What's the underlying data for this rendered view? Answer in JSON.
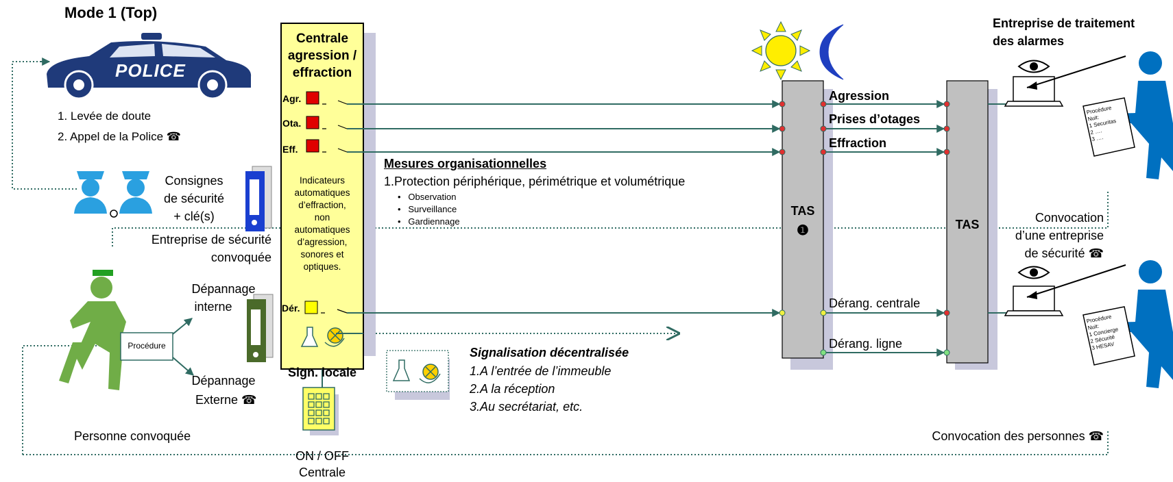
{
  "mode_title": "Mode 1 (Top)",
  "police_text": "POLICE",
  "steps": [
    "1. Levée de doute",
    "2. Appel de la Police ☎"
  ],
  "consignes": [
    "Consignes",
    "de sécurité",
    "+ clé(s)"
  ],
  "entreprise_securite": [
    "Entreprise de sécurité",
    "convoquée"
  ],
  "depannage_interne": [
    "Dépannage",
    "interne"
  ],
  "depannage_externe": [
    "Dépannage",
    "Externe ☎"
  ],
  "procedure_label": "Procédure",
  "personne_convoquee": "Personne convoquée",
  "central_box": {
    "title": [
      "Centrale",
      "agression /",
      "effraction"
    ],
    "inputs": [
      {
        "label": "Agr.",
        "color": "#e00000"
      },
      {
        "label": "Ota.",
        "color": "#e00000"
      },
      {
        "label": "Eff.",
        "color": "#e00000"
      },
      {
        "label": "Dér.",
        "color": "#ffff00"
      }
    ],
    "indicators": [
      "Indicateurs",
      "automatiques",
      "d’effraction,",
      "non",
      "automatiques",
      "d’agression,",
      "sonores et",
      "optiques."
    ]
  },
  "sign_locale": "Sign. locale",
  "on_off": [
    "ON / OFF",
    "Centrale"
  ],
  "mesures": {
    "title": "Mesures organisationnelles",
    "line1": "1.Protection périphérique, périmétrique et volumétrique",
    "bullets": [
      "Observation",
      "Surveillance",
      "Gardiennage"
    ]
  },
  "signalisation": {
    "title": "Signalisation décentralisée",
    "items": [
      "1.A l’entrée de l’immeuble",
      "2.A la réception",
      "3.Au secrétariat, etc."
    ]
  },
  "tas1": {
    "label": "TAS",
    "marker": "❶"
  },
  "tas2": {
    "label": "TAS"
  },
  "channels": [
    "Agression",
    "Prises d’otages",
    "Effraction"
  ],
  "derang": [
    "Dérang. centrale",
    "Dérang. ligne"
  ],
  "entreprise_alarmes": [
    "Entreprise de traitement",
    "des alarmes"
  ],
  "convocation_securite": [
    "Convocation",
    "d’une entreprise",
    "de sécurité ☎"
  ],
  "convocation_personnes": "Convocation des personnes ☎",
  "procedure_doc1": [
    "Procédure",
    "Nuit:",
    "1 Securitas",
    "2 ….",
    "3 …."
  ],
  "procedure_doc2": [
    "Procédure",
    "Nuit:",
    "1 Concierge",
    "2 Sécurité",
    "3 HESAV"
  ],
  "colors": {
    "line": "#2f6b62",
    "yellow_box": "#ffff99",
    "tas": "#c0c0c0",
    "shadow": "#c8c8dc",
    "person_blue": "#0070c0",
    "person_green": "#70ad47",
    "police_blue": "#1f3a7a",
    "dot_red": "#e03030",
    "dot_yellow": "#f0f040",
    "dot_green": "#80e080"
  }
}
